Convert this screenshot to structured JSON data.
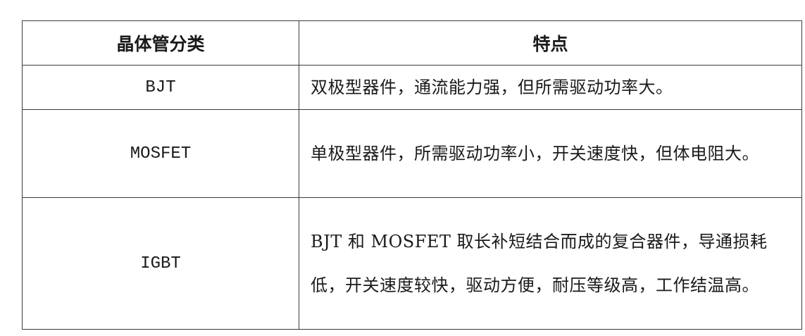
{
  "table": {
    "headers": [
      "晶体管分类",
      "特点"
    ],
    "rows": [
      {
        "type": "BJT",
        "feature": "双极型器件，通流能力强，但所需驱动功率大。"
      },
      {
        "type": "MOSFET",
        "feature": "单极型器件，所需驱动功率小，开关速度快，但体电阻大。"
      },
      {
        "type": "IGBT",
        "feature": "BJT 和 MOSFET 取长补短结合而成的复合器件，导通损耗低，开关速度较快，驱动方便，耐压等级高，工作结温高。"
      }
    ]
  }
}
